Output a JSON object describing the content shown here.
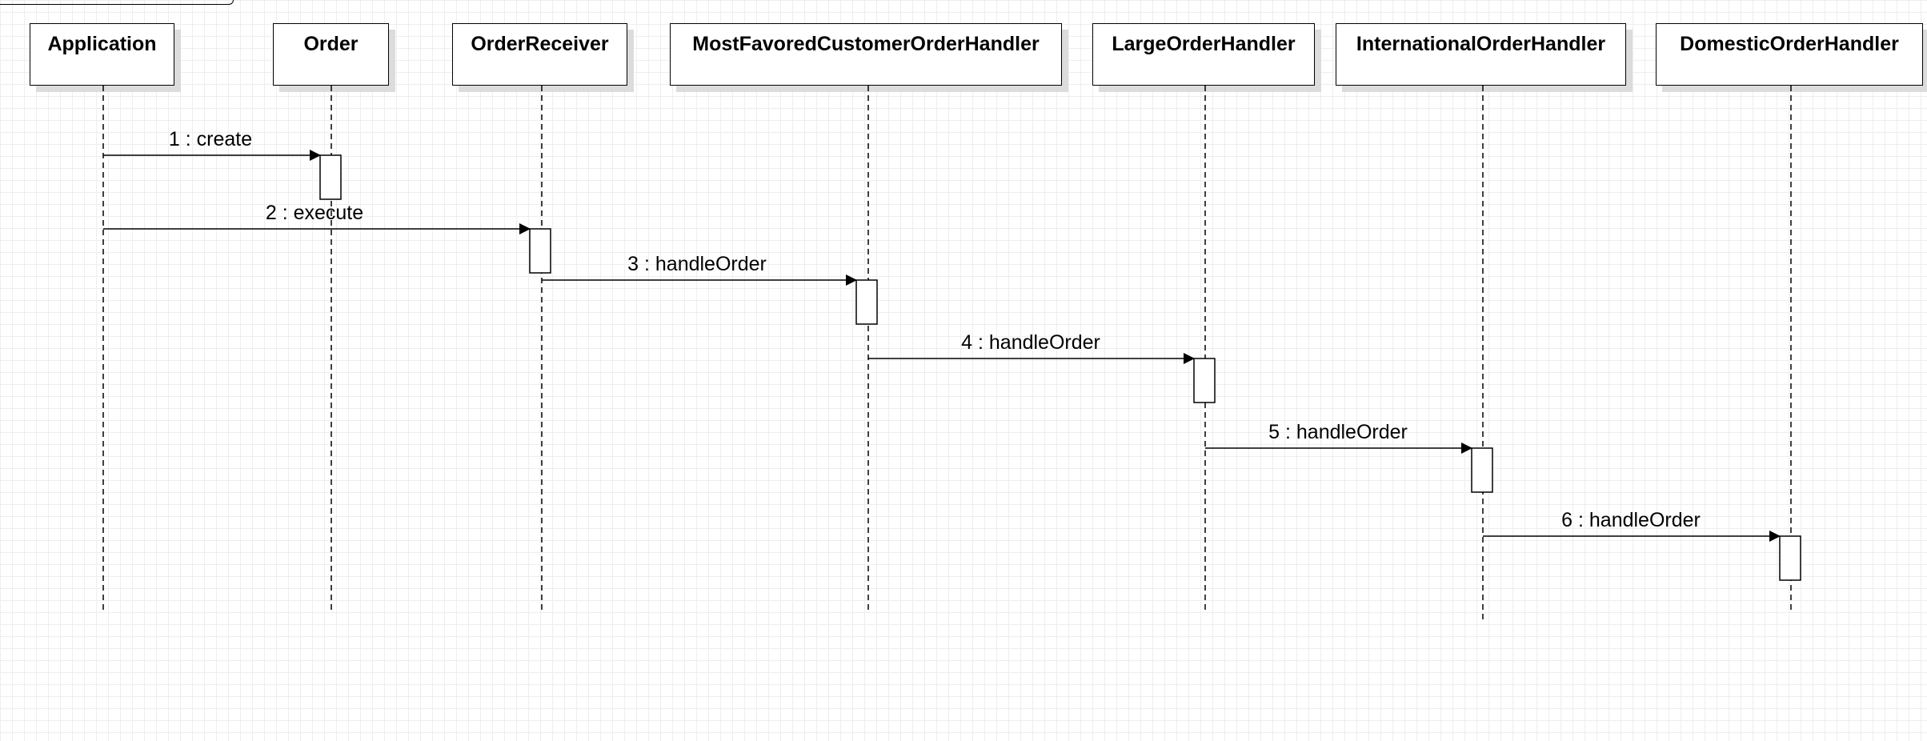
{
  "diagram": {
    "type": "uml-sequence",
    "participants": [
      {
        "id": "application",
        "name": "Application"
      },
      {
        "id": "order",
        "name": "Order"
      },
      {
        "id": "order-receiver",
        "name": "OrderReceiver"
      },
      {
        "id": "most-favored-customer-order-handler",
        "name": "MostFavoredCustomerOrderHandler"
      },
      {
        "id": "large-order-handler",
        "name": "LargeOrderHandler"
      },
      {
        "id": "international-order-handler",
        "name": "InternationalOrderHandler"
      },
      {
        "id": "domestic-order-handler",
        "name": "DomesticOrderHandler"
      }
    ],
    "messages": [
      {
        "from": "application",
        "to": "order",
        "label": "1 : create"
      },
      {
        "from": "application",
        "to": "order-receiver",
        "label": "2 : execute"
      },
      {
        "from": "order-receiver",
        "to": "most-favored-customer-order-handler",
        "label": "3 : handleOrder"
      },
      {
        "from": "most-favored-customer-order-handler",
        "to": "large-order-handler",
        "label": "4 : handleOrder"
      },
      {
        "from": "large-order-handler",
        "to": "international-order-handler",
        "label": "5 : handleOrder"
      },
      {
        "from": "international-order-handler",
        "to": "domestic-order-handler",
        "label": "6 : handleOrder"
      }
    ]
  }
}
